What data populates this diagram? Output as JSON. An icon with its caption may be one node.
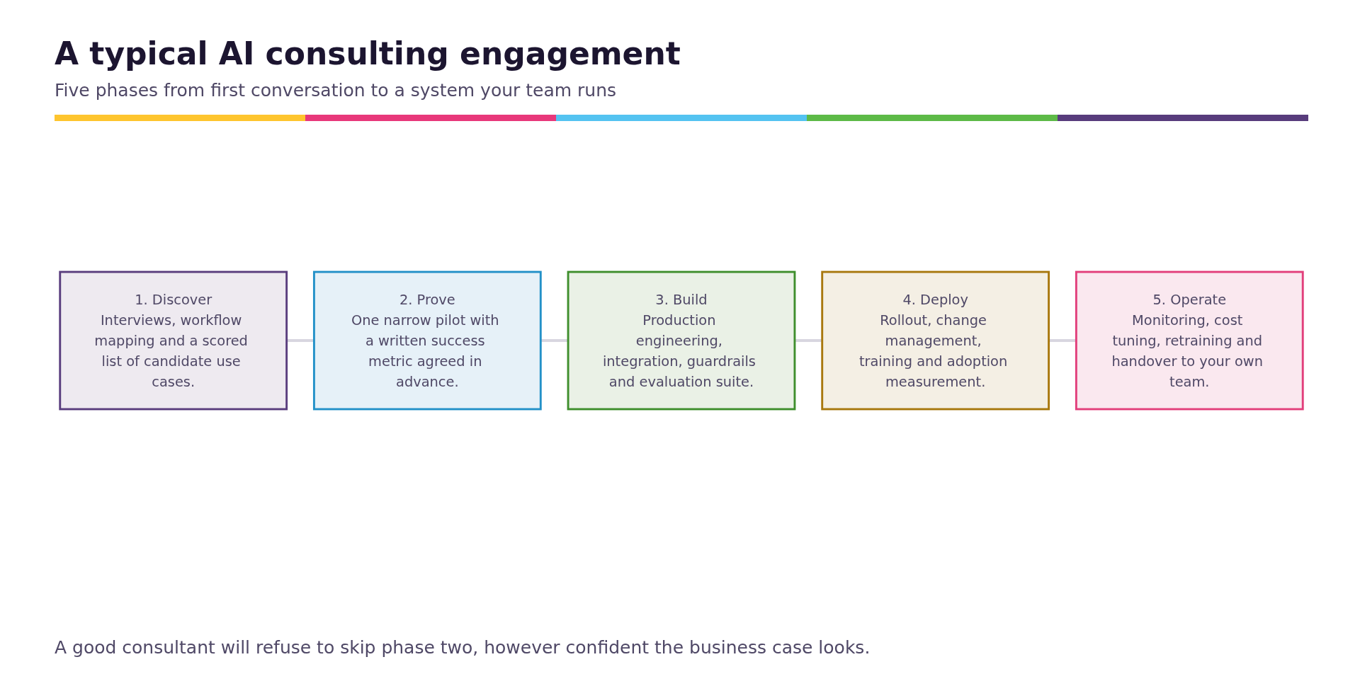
{
  "diagram": {
    "title": "A typical AI consulting engagement",
    "caption": "A good consultant will refuse to skip phase two, however confident the business case looks.",
    "nodes": [
      {
        "text": [
          "1. Discover",
          "Interviews, workflow mapping and a scored list of candidate use cases."
        ]
      },
      {
        "text": [
          "2. Prove",
          "One narrow pilot with a written success metric agreed in advance."
        ]
      },
      {
        "text": [
          "3. Build",
          "Production engineering, integration, guardrails and evaluation suite."
        ]
      },
      {
        "text": [
          "4. Deploy",
          "Rollout, change management, training and adoption measurement."
        ]
      },
      {
        "text": [
          "5. Operate",
          "Monitoring, cost tuning, retraining and handover to your own team."
        ]
      }
    ],
    "edges": [
      {
        "from": 0,
        "to": 1,
        "arrow": "none"
      },
      {
        "from": 1,
        "to": 2,
        "arrow": "none"
      },
      {
        "from": 2,
        "to": 3,
        "arrow": "none"
      },
      {
        "from": 3,
        "to": 4,
        "arrow": "none"
      }
    ],
    "labels": [
      "Five phases from first conversation to a system your team runs"
    ]
  }
}
